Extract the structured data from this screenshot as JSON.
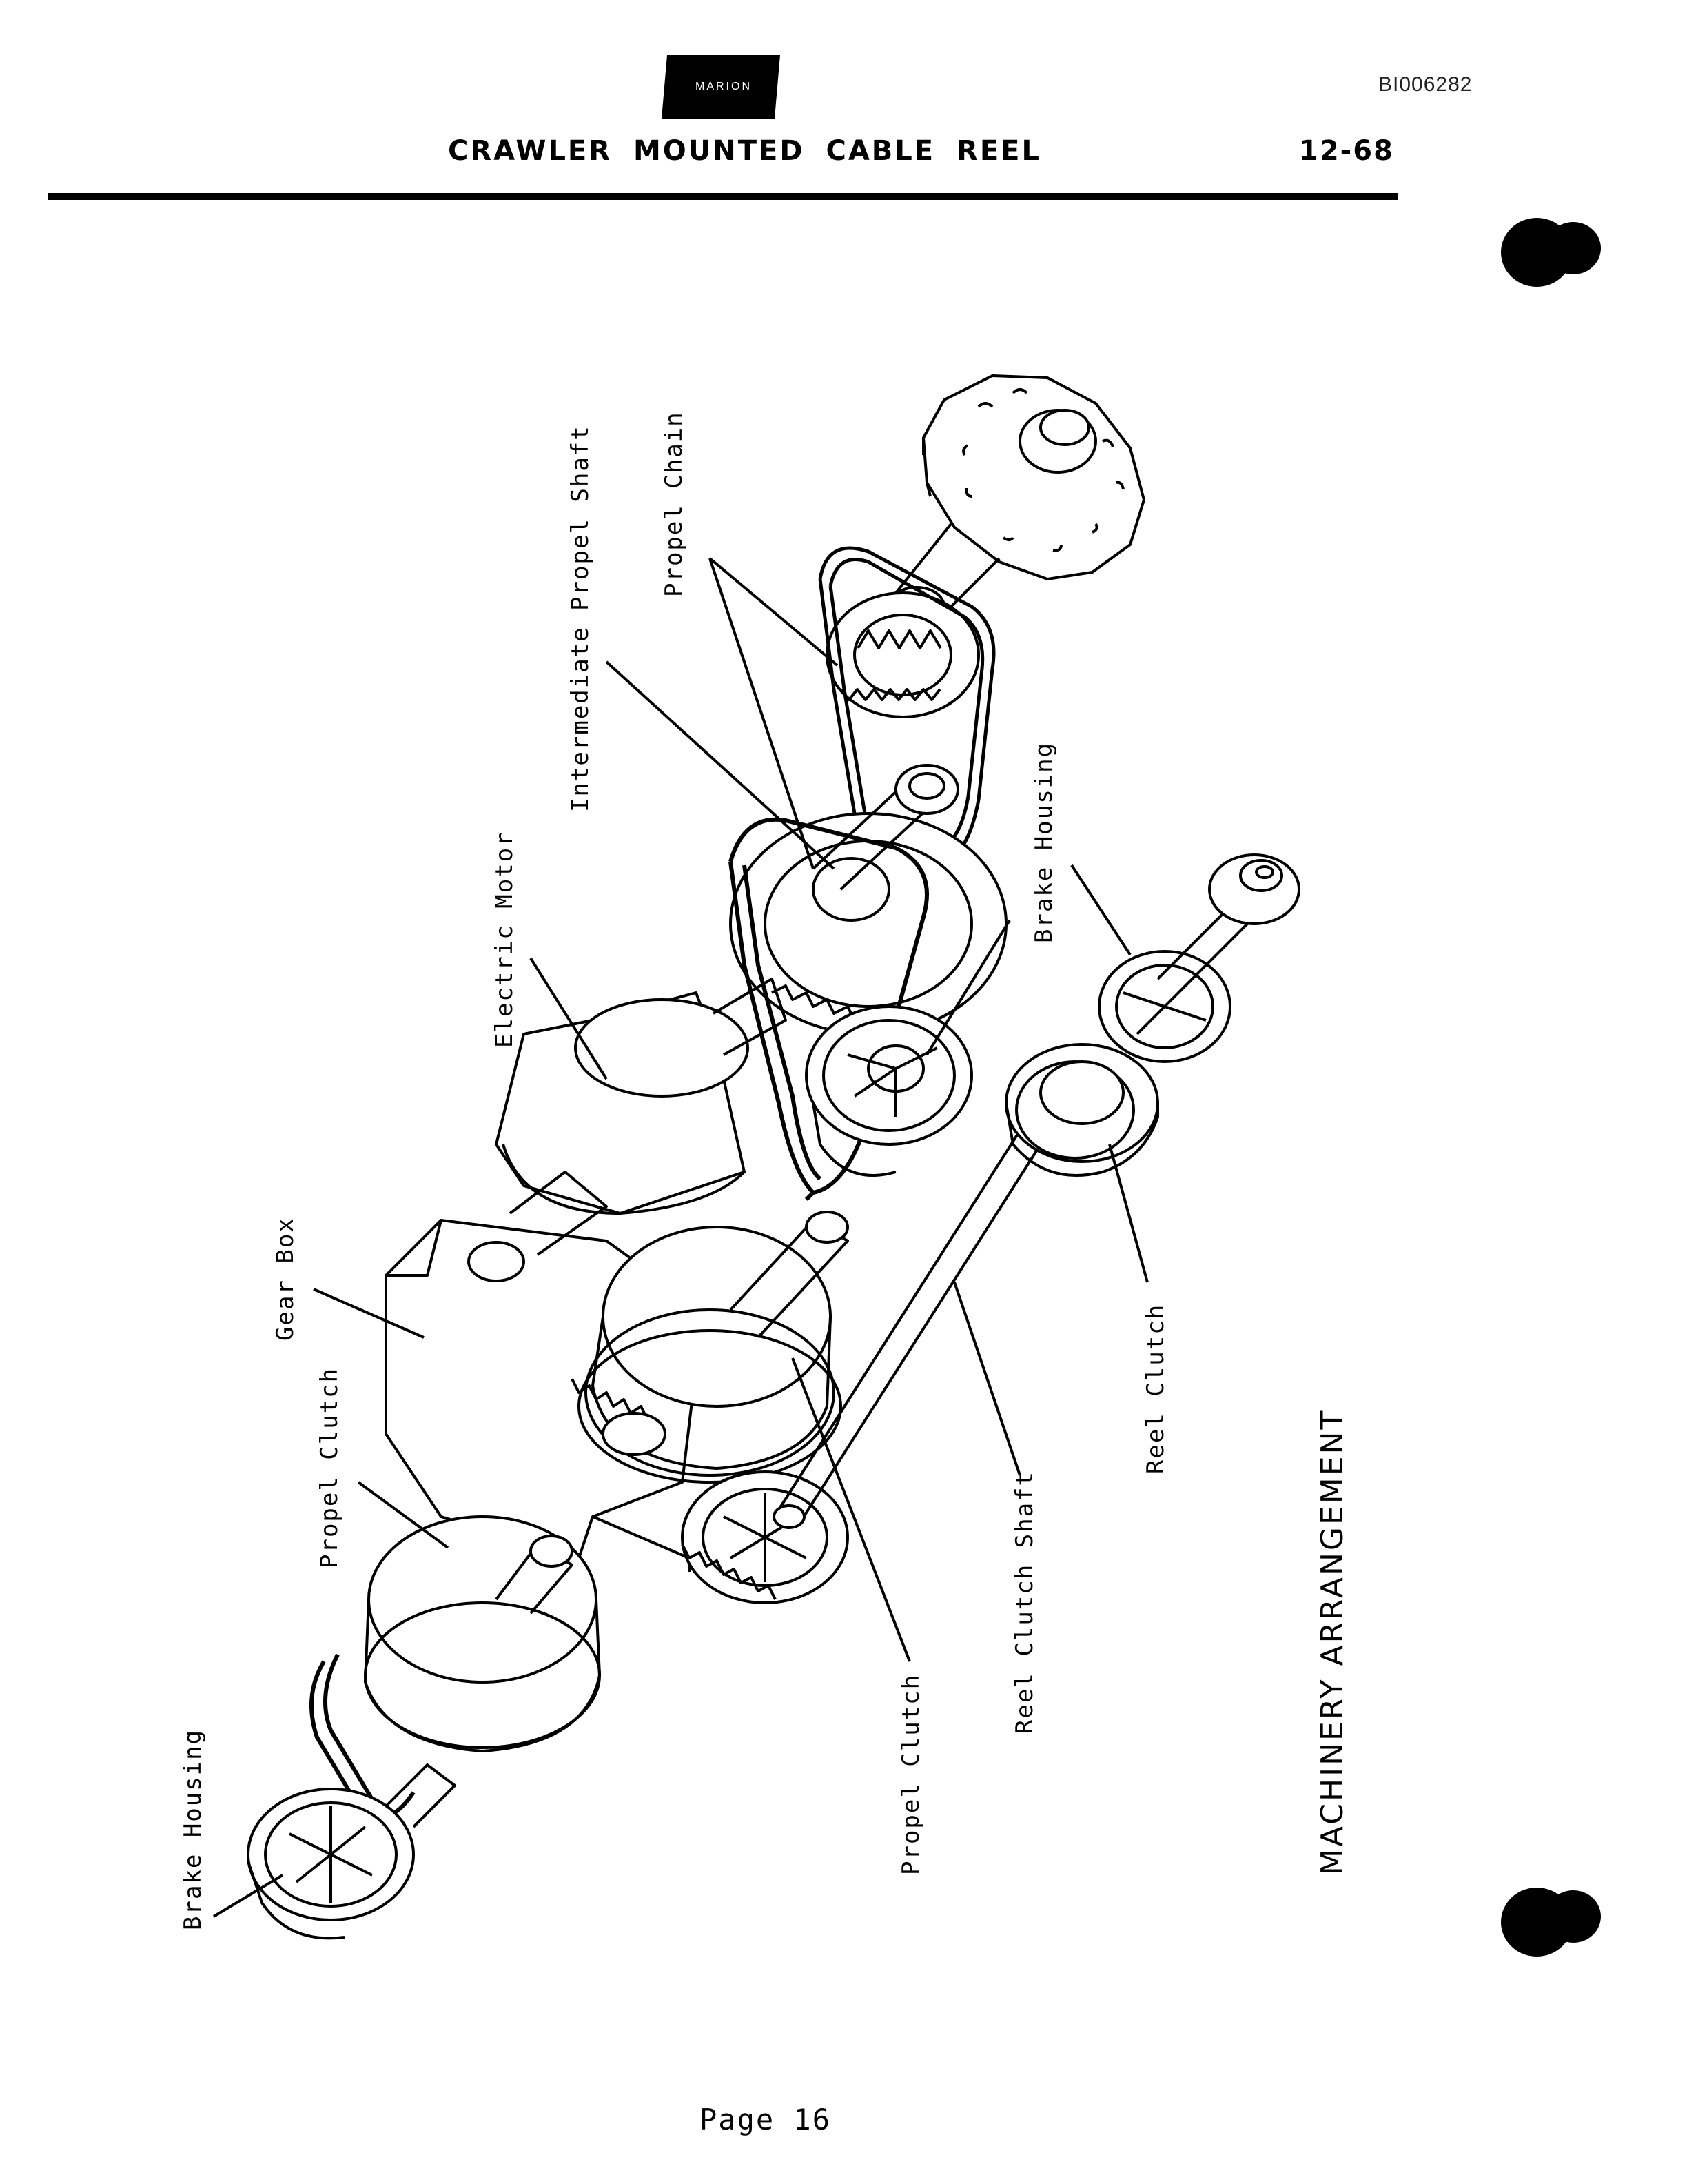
{
  "header": {
    "logo_text": "MARION",
    "doc_id": "BI006282",
    "title": "CRAWLER MOUNTED CABLE REEL",
    "code": "12-68"
  },
  "labels": {
    "brake_housing_left": "Brake Housing",
    "propel_clutch_left": "Propel Clutch",
    "gear_box": "Gear Box",
    "electric_motor": "Electric Motor",
    "intermediate_propel_shaft": "Intermediate Propel Shaft",
    "propel_chain": "Propel Chain",
    "brake_housing_right": "Brake Housing",
    "reel_clutch": "Reel Clutch",
    "reel_clutch_shaft": "Reel Clutch Shaft",
    "propel_clutch_bottom": "Propel Clutch"
  },
  "caption": "MACHINERY ARRANGEMENT",
  "footer": {
    "page_number": "Page 16"
  }
}
